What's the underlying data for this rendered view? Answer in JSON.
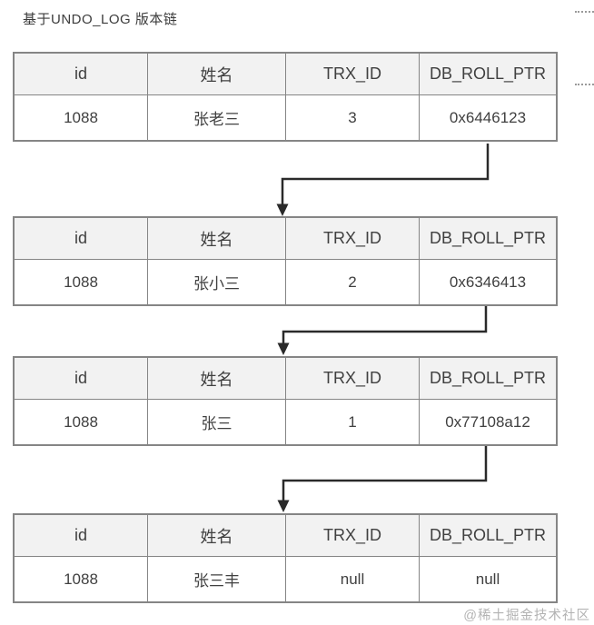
{
  "page": {
    "title": "基于UNDO_LOG 版本链",
    "watermark": "@稀土掘金技术社区"
  },
  "columns": [
    "id",
    "姓名",
    "TRX_ID",
    "DB_ROLL_PTR"
  ],
  "versions": [
    {
      "label": "version-1",
      "row": [
        "1088",
        "张老三",
        "3",
        "0x6446123"
      ]
    },
    {
      "label": "version-2",
      "row": [
        "1088",
        "张小三",
        "2",
        "0x6346413"
      ]
    },
    {
      "label": "version-3",
      "row": [
        "1088",
        "张三",
        "1",
        "0x77108a12"
      ]
    },
    {
      "label": "version-4",
      "row": [
        "1088",
        "张三丰",
        "null",
        "null"
      ]
    }
  ],
  "arrows": [
    {
      "from": "version-1.DB_ROLL_PTR",
      "to": "version-2"
    },
    {
      "from": "version-2.DB_ROLL_PTR",
      "to": "version-3"
    },
    {
      "from": "version-3.DB_ROLL_PTR",
      "to": "version-4"
    }
  ],
  "colors": {
    "background": "#ffffff",
    "header_bg": "#f2f2f2",
    "border": "#858585",
    "text": "#404040",
    "arrow": "#2a2a2a",
    "watermark": "#b3b3b3"
  }
}
